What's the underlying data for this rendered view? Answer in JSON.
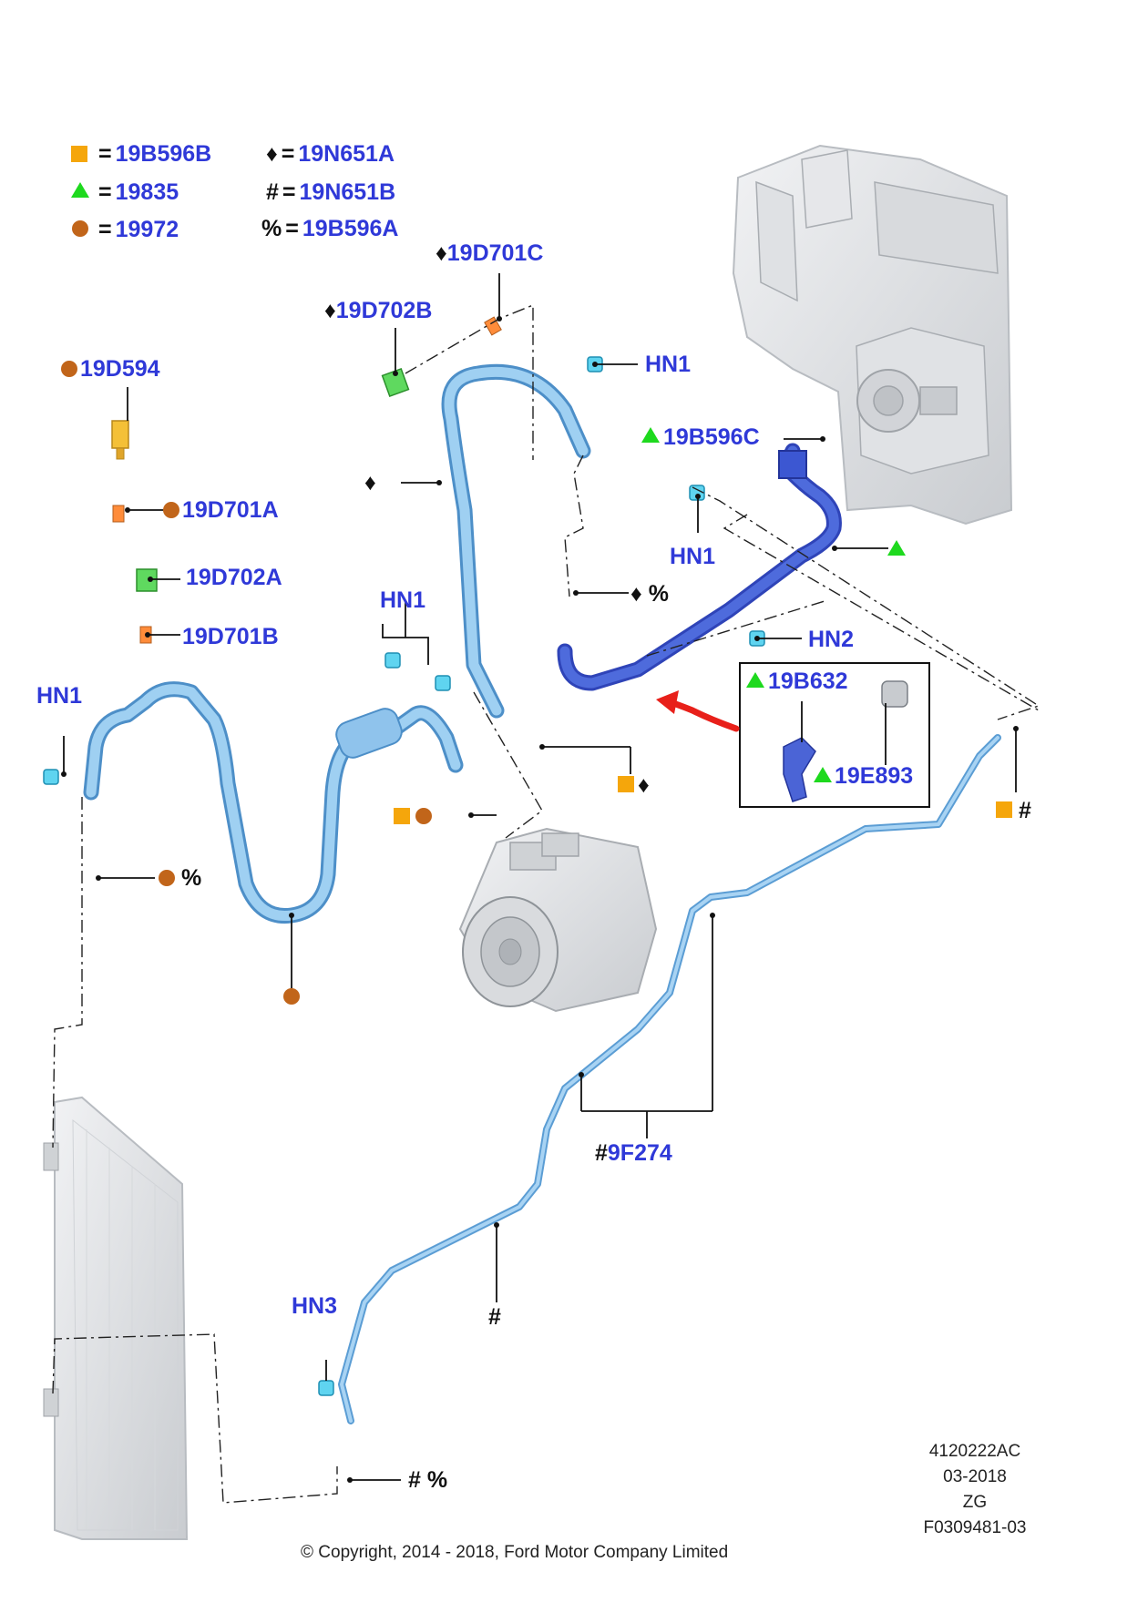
{
  "colors": {
    "label_blue": "#2f39d8",
    "square_marker": "#f5a60b",
    "circle_marker": "#c1651a",
    "triangle_marker": "#1ed91e",
    "pipe_light": "#86c0ea",
    "pipe_dark": "#3a58d6",
    "arrow": "#e8201a"
  },
  "icons": {
    "square": "square-marker-icon",
    "triangle": "triangle-marker-icon",
    "circle": "circle-marker-icon",
    "diamond": "diamond-symbol-icon"
  },
  "legend": [
    {
      "marker": "square",
      "code": "19B596B"
    },
    {
      "marker": "triangle",
      "code": "19835"
    },
    {
      "marker": "circle",
      "code": "19972"
    },
    {
      "marker": "diamond",
      "symbol": "♦",
      "code": "19N651A"
    },
    {
      "marker": "hash",
      "symbol": "#",
      "code": "19N651B"
    },
    {
      "marker": "percent",
      "symbol": "%",
      "code": "19B596A"
    }
  ],
  "callouts": {
    "c19D701C": "19D701C",
    "c19D702B": "19D702B",
    "c19D594": "19D594",
    "c19D701A": "19D701A",
    "c19D702A": "19D702A",
    "c19D701B": "19D701B",
    "c19B596C": "19B596C",
    "c19B632": "19B632",
    "c19E893": "19E893",
    "c9F274": "9F274",
    "hn1_a": "HN1",
    "hn1_b": "HN1",
    "hn1_c": "HN1",
    "hn1_d": "HN1",
    "hn2": "HN2",
    "hn3": "HN3"
  },
  "symbols": {
    "diamond": "♦",
    "hash": "#",
    "percent": "%",
    "hash_percent": "# %"
  },
  "footer": {
    "copyright": "© Copyright, 2014 - 2018, Ford Motor Company Limited",
    "ref_lines": [
      "4120222AC",
      "03-2018",
      "ZG",
      "F0309481-03"
    ]
  }
}
